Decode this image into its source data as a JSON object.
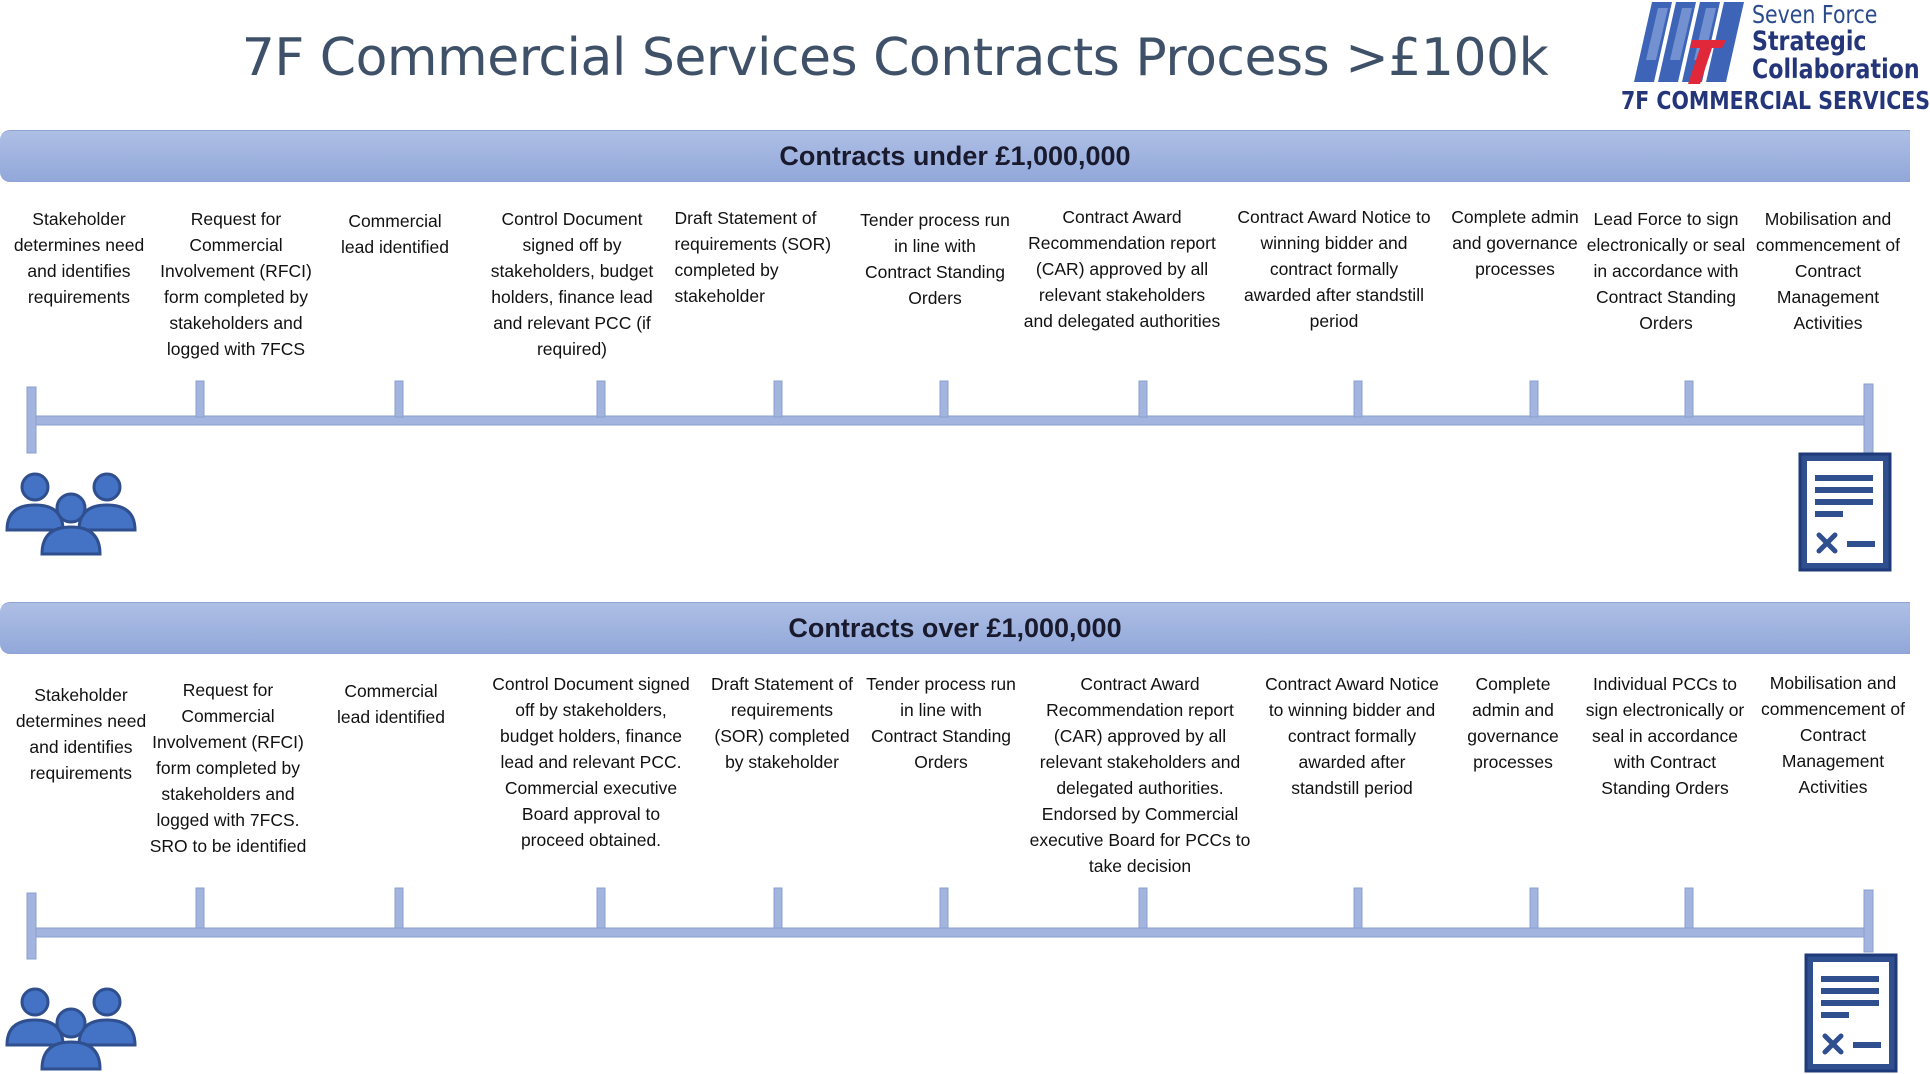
{
  "title": "7F Commercial Services Contracts Process >£100k",
  "logo": {
    "line1": "Seven Force",
    "line2": "Strategic",
    "line3": "Collaboration",
    "line4": "7F COMMERCIAL SERVICES"
  },
  "colors": {
    "band": "#9fb3df",
    "timeline": "#a3b5de",
    "icon_fill": "#4472c4",
    "icon_stroke": "#2f4f8f",
    "title": "#3f5168"
  },
  "sections": [
    {
      "heading": "Contracts under £1,000,000",
      "steps": [
        "Stakeholder determines need and identifies requirements",
        "Request for Commercial Involvement (RFCI) form completed by stakeholders and logged with 7FCS",
        "Commercial lead identified",
        "Control Document signed off by stakeholders, budget holders, finance lead and relevant PCC (if required)",
        "Draft Statement of requirements (SOR) completed by stakeholder",
        "Tender process run in line with Contract Standing Orders",
        "Contract Award Recommendation report (CAR) approved by all relevant stakeholders and delegated authorities",
        "Contract Award Notice to winning bidder and contract formally awarded after standstill period",
        "Complete admin and governance processes",
        "Lead Force to sign electronically or seal in accordance with Contract Standing Orders",
        "Mobilisation and commencement of Contract Management Activities"
      ]
    },
    {
      "heading": "Contracts over £1,000,000",
      "steps": [
        "Stakeholder determines need and identifies requirements",
        "Request for Commercial Involvement (RFCI) form completed by stakeholders and logged with 7FCS. SRO to be identified",
        "Commercial lead identified",
        "Control Document signed off by stakeholders, budget holders, finance lead and relevant PCC. Commercial executive Board approval to proceed obtained.",
        "Draft Statement of requirements (SOR) completed by stakeholder",
        "Tender process run in line with Contract Standing Orders",
        "Contract Award Recommendation report (CAR) approved by all relevant stakeholders and delegated authorities. Endorsed by Commercial executive Board for PCCs to take decision",
        "Contract Award Notice to winning bidder and contract formally awarded after standstill period",
        "Complete admin and governance processes",
        "Individual PCCs to sign electronically or seal in accordance with Contract Standing Orders",
        "Mobilisation and commencement of Contract Management Activities"
      ]
    }
  ],
  "icons": {
    "start": "people-group-icon",
    "end": "contract-document-icon"
  }
}
